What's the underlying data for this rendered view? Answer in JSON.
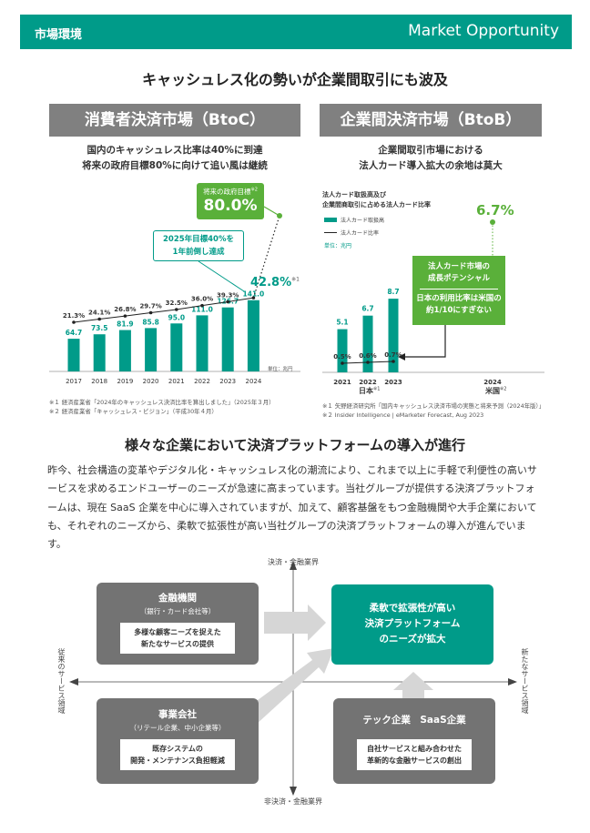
{
  "header": {
    "left": "市場環境",
    "right": "Market Opportunity"
  },
  "main_title": "キャッシュレス化の勢いが企業間取引にも波及",
  "left_panel": {
    "band": "消費者決済市場（BtoC）",
    "sub1": "国内のキャッシュレス比率は40%に到達",
    "sub2": "将来の政府目標80%に向けて追い風は継続",
    "callout_target_label": "将来の政府目標",
    "callout_target_sup": "※2",
    "callout_target_value": "80.0%",
    "callout_2025_line1": "2025年目標40%を",
    "callout_2025_line2": "1年前倒し達成",
    "highlight_value": "42.8%",
    "highlight_sup": "※1",
    "unit": "単位：兆円",
    "notes": [
      "※１ 経済産業省「2024年のキャッシュレス決済比率を算出しました」（2025年３月）",
      "※２ 経済産業省「キャッシュレス・ビジョン」（平成30年４月）"
    ]
  },
  "right_panel": {
    "band": "企業間決済市場（BtoB）",
    "sub1": "企業間取引市場における",
    "sub2": "法人カード導入拡大の余地は莫大",
    "chart_title1": "法人カード取扱高及び",
    "chart_title2": "企業間商取引に占める法人カード比率",
    "legend_bar": "法人カード取扱高",
    "legend_line": "法人カード比率",
    "unit": "単位：兆円",
    "us_value": "6.7%",
    "callout_h1": "法人カード市場の",
    "callout_h2": "成長ポテンシャル",
    "callout_b1": "日本の利用比率は米国の",
    "callout_b2": "約1/10にすぎない",
    "japan_label": "日本",
    "japan_sup": "※1",
    "us_label": "米国",
    "us_sup": "※2",
    "notes": [
      "※１ 矢野経済研究所「国内キャッシュレス決済市場の実態と将来予測（2024年版）」",
      "※２ Insider Intelligence | eMarketer Forecast, Aug 2023"
    ]
  },
  "chart_data": [
    {
      "type": "bar",
      "categories": [
        "2017",
        "2018",
        "2019",
        "2020",
        "2021",
        "2022",
        "2023",
        "2024"
      ],
      "series": [
        {
          "values": [
            64.7,
            73.5,
            81.9,
            85.8,
            95.0,
            111.0,
            126.7,
            141.0
          ]
        },
        {
          "values": [
            21.3,
            24.1,
            26.8,
            29.7,
            32.5,
            36.0,
            39.3,
            42.8
          ]
        }
      ],
      "bar_labels": [
        "64.7",
        "73.5",
        "81.9",
        "85.8",
        "95.0",
        "111.0",
        "126.7",
        "141.0"
      ],
      "line_labels": [
        "21.3%",
        "24.1%",
        "26.8%",
        "29.7%",
        "32.5%",
        "36.0%",
        "39.3%"
      ],
      "projection_target": 80.0
    },
    {
      "type": "bar",
      "categories": [
        "2021",
        "2022",
        "2023",
        "2024"
      ],
      "series": [
        {
          "name": "法人カード取扱高",
          "values": [
            5.1,
            6.7,
            8.7,
            null
          ]
        },
        {
          "name": "法人カード比率",
          "values": [
            0.5,
            0.6,
            0.7,
            6.7
          ]
        }
      ],
      "bar_labels": [
        "5.1",
        "6.7",
        "8.7"
      ],
      "line_labels": [
        "0.5%",
        "0.6%",
        "0.7%"
      ]
    }
  ],
  "section2_title": "様々な企業において決済プラットフォームの導入が進行",
  "paragraph": "昨今、社会構造の変革やデジタル化・キャッシュレス化の潮流により、これまで以上に手軽で利便性の高いサービスを求めるエンドユーザーのニーズが急速に高まっています。当社グループが提供する決済プラットフォームは、現在 SaaS 企業を中心に導入されていますが、加えて、顧客基盤をもつ金融機関や大手企業においても、それぞれのニーズから、柔軟で拡張性が高い当社グループの決済プラットフォームの導入が進んでいます。",
  "diagram": {
    "axis_top": "決済・金融業界",
    "axis_bottom": "非決済・金融業界",
    "axis_left": "従来のサービス領域",
    "axis_right": "新たなサービス領域",
    "fin_title": "金融機関",
    "fin_sub": "（銀行・カード会社等）",
    "fin_box1": "多様な顧客ニーズを捉えた",
    "fin_box2": "新たなサービスの提供",
    "biz_title": "事業会社",
    "biz_sub": "（リテール企業、中小企業等）",
    "biz_box1": "既存システムの",
    "biz_box2": "開発・メンテナンス負担軽減",
    "center1": "柔軟で拡張性が高い",
    "center2": "決済プラットフォーム",
    "center3": "のニーズが拡大",
    "tech_title": "テック企業　SaaS企業",
    "tech_box1": "自社サービスと組み合わせた",
    "tech_box2": "革新的な金融サービスの創出"
  },
  "colors": {
    "teal": "#009b89",
    "green": "#5ab03a",
    "gray": "#737373",
    "band": "#808080"
  }
}
